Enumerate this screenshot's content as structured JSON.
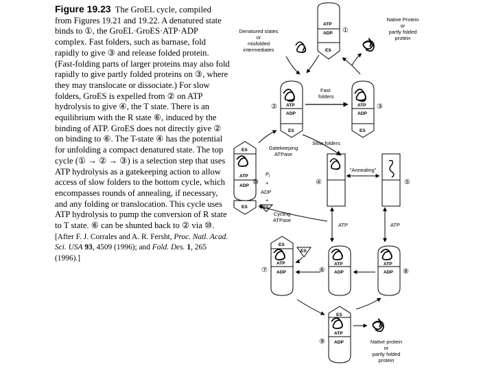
{
  "caption": {
    "figure_label": "Figure 19.23",
    "body": "The GroEL cycle, compiled from Figures 19.21 and 19.22. A denatured state binds to ①, the GroEL·GroES·ATP·ADP complex. Fast folders, such as barnase, fold rapidly to give ③ and release folded protein. (Fast-folding parts of larger proteins may also fold rapidly to give partly folded proteins on ③, where they may translocate or dissociate.) For slow folders, GroES is expelled from ② on ATP hydrolysis to give ④, the T state. There is an equilibrium with the R state ⑥, induced by the binding of ATP. GroES does not directly give ② on binding to ⑥. The T-state ④ has the potential for unfolding a compact denatured state. The top cycle (① → ② → ③) is a selection step that uses ATP hydrolysis as a gatekeeping action to allow access of slow folders to the bottom cycle, which encompasses rounds of annealing, if necessary, and any folding or translocation. This cycle uses ATP hydrolysis to pump the conversion of R state to T state. ⑥ can be shunted back to ② via ⑩.",
    "credit_prefix": "[After F. J. Corrales and A. R. Fersht, ",
    "credit_journal1": "Proc. Natl. Acad. Sci. USA",
    "credit_vol1": " 93",
    "credit_mid": ", 4509 (1996); and ",
    "credit_journal2": "Fold. Des.",
    "credit_vol2": " 1",
    "credit_end": ", 265 (1996).]"
  },
  "diagram": {
    "states": {
      "s1": "①",
      "s2": "②",
      "s3": "③",
      "s4": "④",
      "s5": "⑤",
      "s6": "⑥",
      "s7": "⑦",
      "s8": "⑧",
      "s9": "⑨",
      "s10": "⑩"
    },
    "capsule": {
      "atp": "ATP",
      "adp": "ADP",
      "es": "ES"
    },
    "labels": {
      "denatured": [
        "Denatured states",
        "or",
        "misfolded",
        "intermediates"
      ],
      "native_top": [
        "Native Protein",
        "or",
        "partly folded",
        "protein"
      ],
      "native_bottom": [
        "Native protein",
        "or",
        "partly folded",
        "protein"
      ],
      "fast_folders": [
        "Fast",
        "folders"
      ],
      "slow_folders": "Slow folders",
      "gatekeeping": [
        "Gatekeeping",
        "ATPase"
      ],
      "pi": "P",
      "pi_sub": "i",
      "plus": "+",
      "adp": "ADP",
      "es": "ES",
      "cycling": [
        "Cycling",
        "ATPase"
      ],
      "annealing": "\"Annealing\"",
      "atp_left": "ATP",
      "atp_right": "ATP"
    }
  }
}
